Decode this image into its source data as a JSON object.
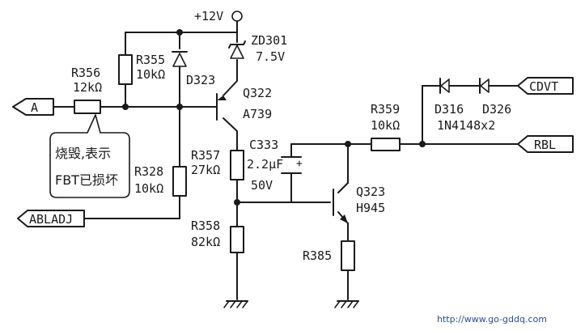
{
  "supply": {
    "label": "+12V"
  },
  "ports": {
    "a": "A",
    "abladj": "ABLADJ",
    "cdvt": "CDVT",
    "rbl": "RBL"
  },
  "components": {
    "r356": {
      "ref": "R356",
      "value": "12kΩ"
    },
    "r355": {
      "ref": "R355",
      "value": "10kΩ"
    },
    "d323": {
      "ref": "D323"
    },
    "zd301": {
      "ref": "ZD301",
      "value": "7.5V"
    },
    "q322": {
      "ref": "Q322",
      "value": "A739"
    },
    "r357": {
      "ref": "R357",
      "value": "27kΩ"
    },
    "c333": {
      "ref": "C333",
      "value": "2.2μF",
      "voltage": "50V"
    },
    "r328": {
      "ref": "R328",
      "value": "10kΩ"
    },
    "r358": {
      "ref": "R358",
      "value": "82kΩ"
    },
    "r359": {
      "ref": "R359",
      "value": "10kΩ"
    },
    "d316": {
      "ref": "D316"
    },
    "d326": {
      "ref": "D326",
      "value": "1N4148x2"
    },
    "q323": {
      "ref": "Q323",
      "value": "H945"
    },
    "r385": {
      "ref": "R385"
    }
  },
  "annotation": {
    "line1": "烧毁,表示",
    "line2": "FBT已损坏"
  },
  "watermark": "http://www.go-gddq.com"
}
